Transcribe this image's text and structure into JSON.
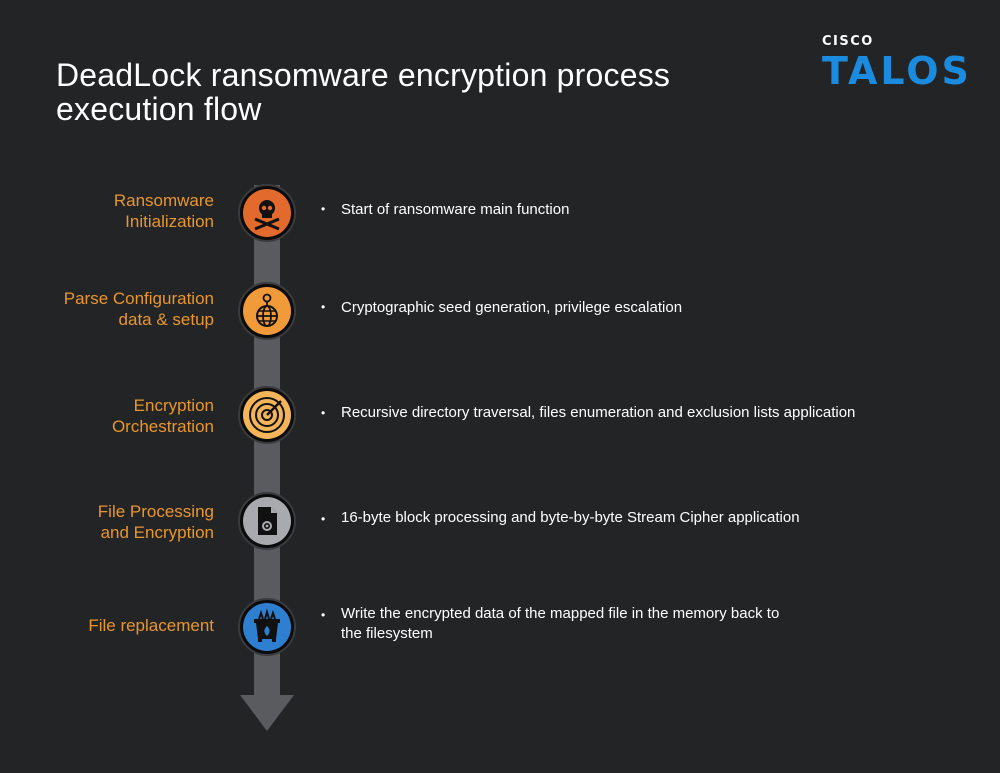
{
  "title": "DeadLock ransomware encryption process execution flow",
  "logo": {
    "top": "CISCO",
    "word": "TALOS",
    "color": "#1b8be0"
  },
  "colors": {
    "label": "#e8962e",
    "background": "#232426",
    "arrow": "#5a5b5e"
  },
  "steps": [
    {
      "label": "Ransomware\nInitialization",
      "icon": "skull-crossbones-icon",
      "icon_color": "#e26a2c",
      "bullet": "•",
      "description": "Start of ransomware main function"
    },
    {
      "label": "Parse Configuration\ndata & setup",
      "icon": "globe-icon",
      "icon_color": "#f09a3a",
      "bullet": "•",
      "description": "Cryptographic seed generation, privilege escalation"
    },
    {
      "label": "Encryption\nOrchestration",
      "icon": "radar-icon",
      "icon_color": "#f3b45a",
      "bullet": "•",
      "description": "Recursive directory traversal, files enumeration and exclusion lists application"
    },
    {
      "label": "File Processing\nand Encryption",
      "icon": "file-gear-icon",
      "icon_color": "#a9aaad",
      "bullet": "•",
      "description": "16-byte block processing and byte-by-byte Stream Cipher application"
    },
    {
      "label": "File replacement",
      "icon": "dumpster-fire-icon",
      "icon_color": "#2f7fd0",
      "bullet": "•",
      "description": "Write the encrypted data of the mapped file in the memory back to\nthe filesystem"
    }
  ]
}
